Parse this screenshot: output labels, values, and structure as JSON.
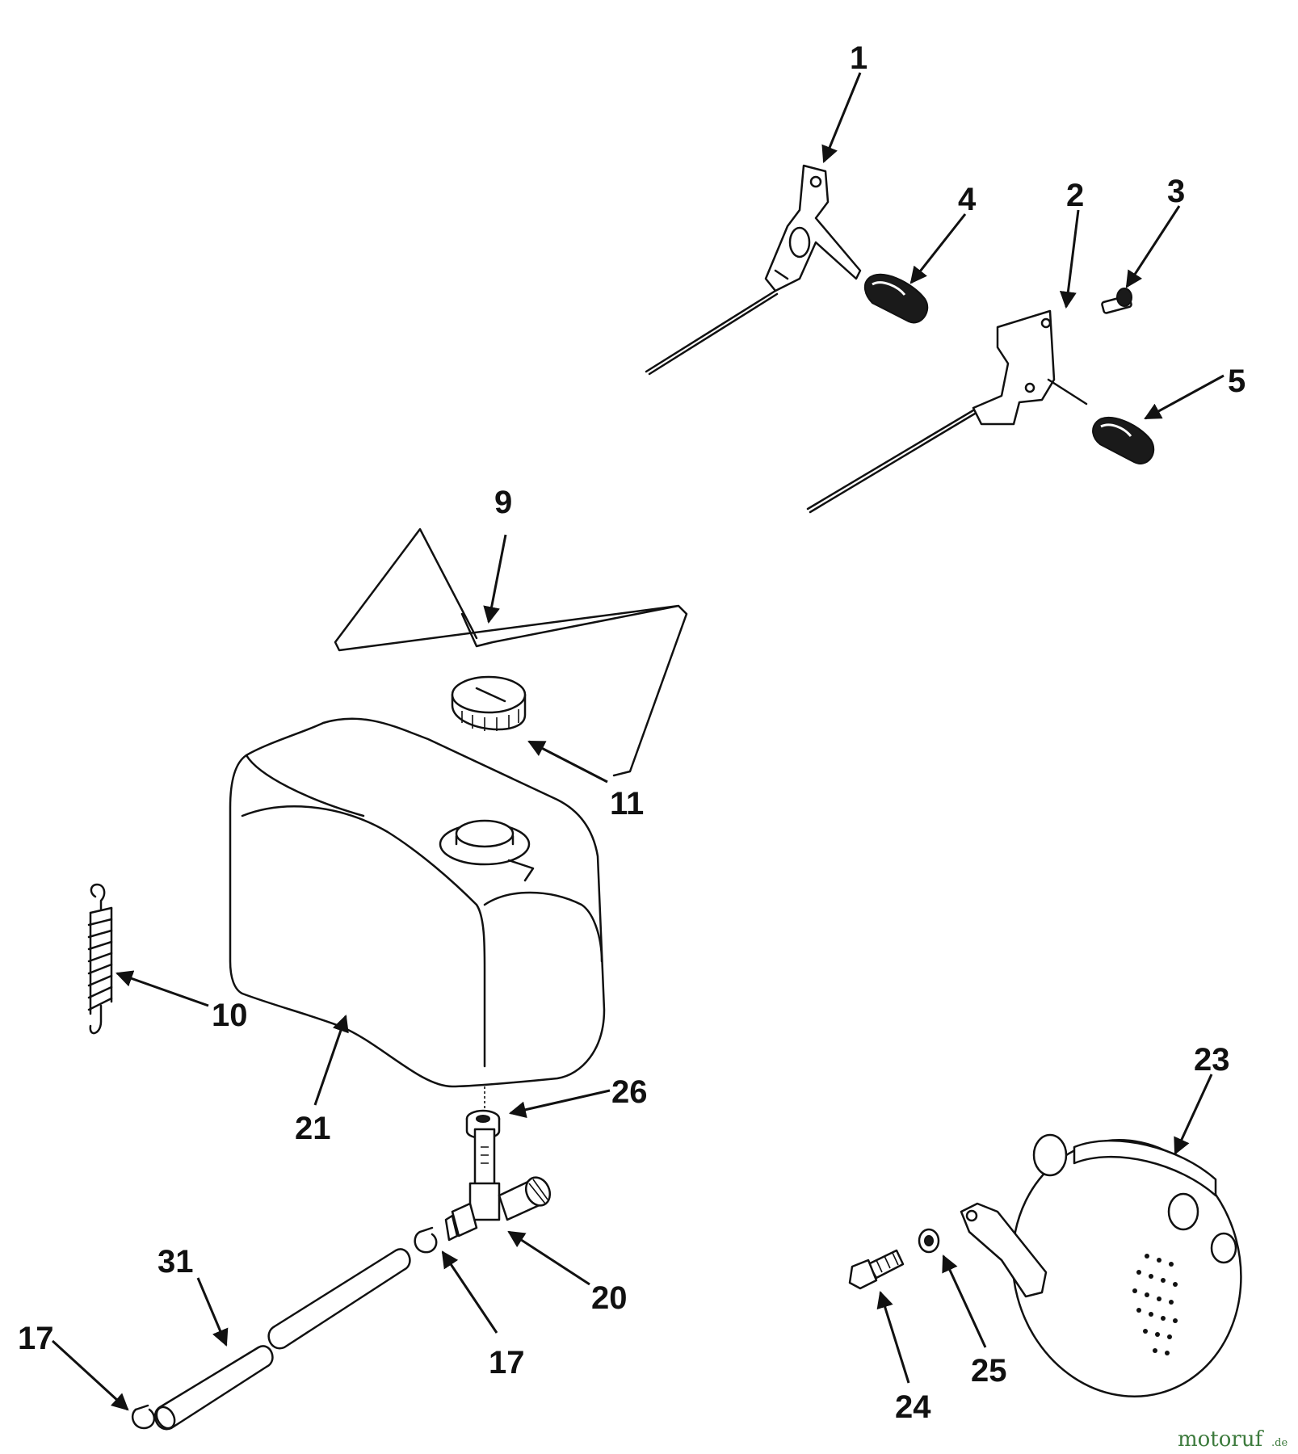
{
  "diagram": {
    "callouts": {
      "p1": "1",
      "p2": "2",
      "p3": "3",
      "p4": "4",
      "p5": "5",
      "p9": "9",
      "p10": "10",
      "p11": "11",
      "p17a": "17",
      "p17b": "17",
      "p20": "20",
      "p21": "21",
      "p23": "23",
      "p24": "24",
      "p25": "25",
      "p26": "26",
      "p31": "31"
    }
  },
  "watermark": {
    "text": "motoruf",
    "suffix": ".de",
    "color": "#3c7a3c"
  }
}
